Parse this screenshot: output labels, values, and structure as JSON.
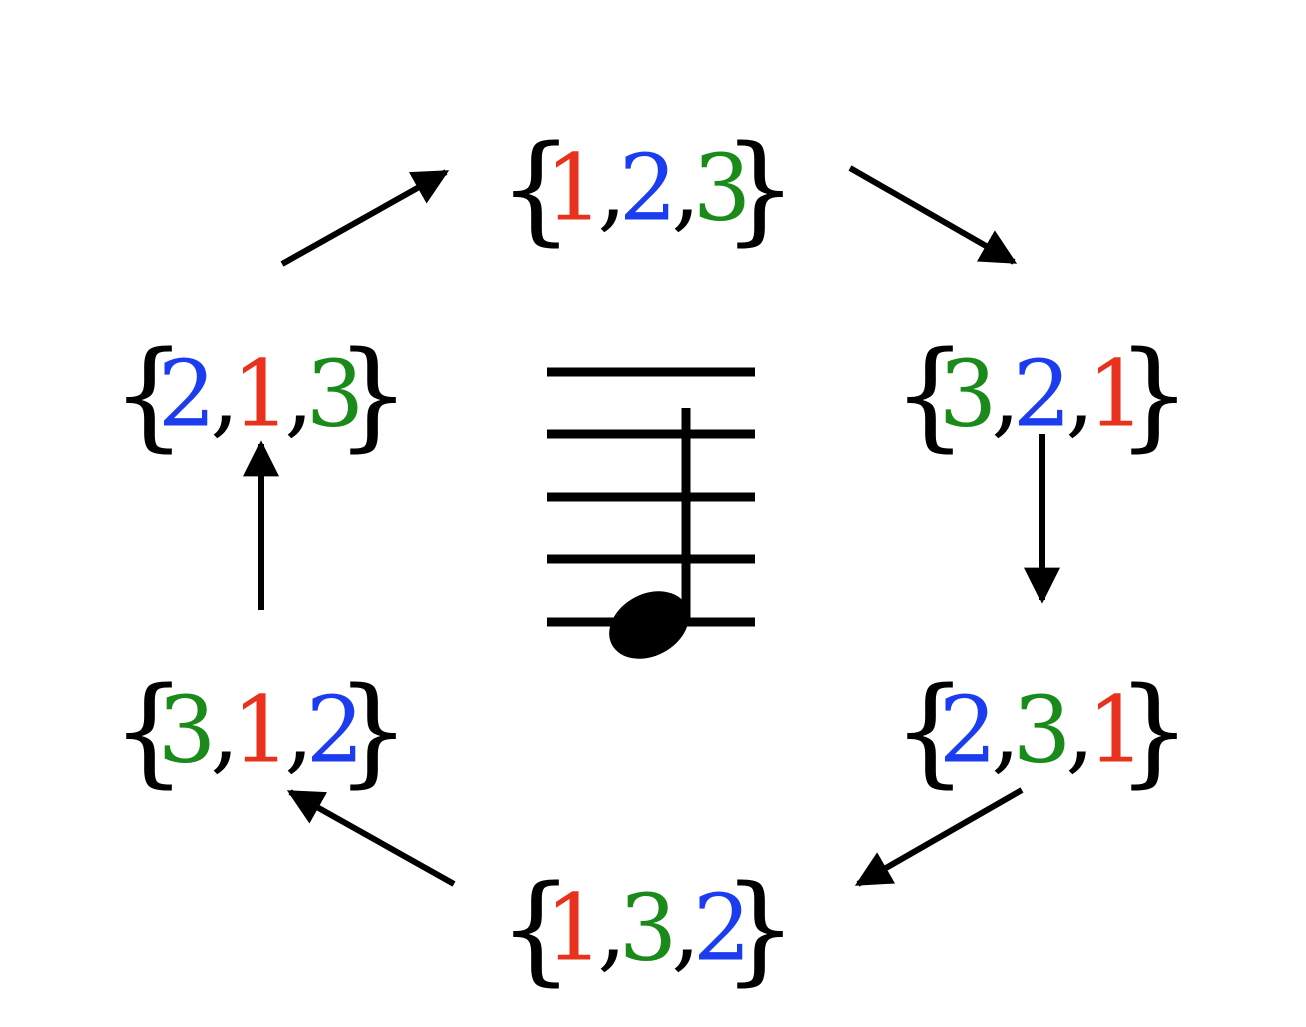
{
  "colors": {
    "1": "#e8321e",
    "2": "#1c3cf0",
    "3": "#1a8a1a",
    "ink": "#000000"
  },
  "permutations": [
    {
      "id": "top",
      "elements": [
        "1",
        "2",
        "3"
      ]
    },
    {
      "id": "upper-right",
      "elements": [
        "3",
        "2",
        "1"
      ]
    },
    {
      "id": "lower-right",
      "elements": [
        "2",
        "3",
        "1"
      ]
    },
    {
      "id": "bottom",
      "elements": [
        "1",
        "3",
        "2"
      ]
    },
    {
      "id": "lower-left",
      "elements": [
        "3",
        "1",
        "2"
      ]
    },
    {
      "id": "upper-left",
      "elements": [
        "2",
        "1",
        "3"
      ]
    }
  ],
  "punctuation": {
    "open_brace": "{",
    "close_brace": "}",
    "separator": ","
  },
  "arrows": [
    {
      "from": "upper-left",
      "to": "top"
    },
    {
      "from": "top",
      "to": "upper-right"
    },
    {
      "from": "upper-right",
      "to": "lower-right"
    },
    {
      "from": "lower-right",
      "to": "bottom"
    },
    {
      "from": "bottom",
      "to": "lower-left"
    },
    {
      "from": "lower-left",
      "to": "upper-left"
    }
  ],
  "center_symbol": {
    "name": "music-note-on-staff-icon",
    "staff_lines": 5,
    "note": "quarter note on bottom line"
  }
}
